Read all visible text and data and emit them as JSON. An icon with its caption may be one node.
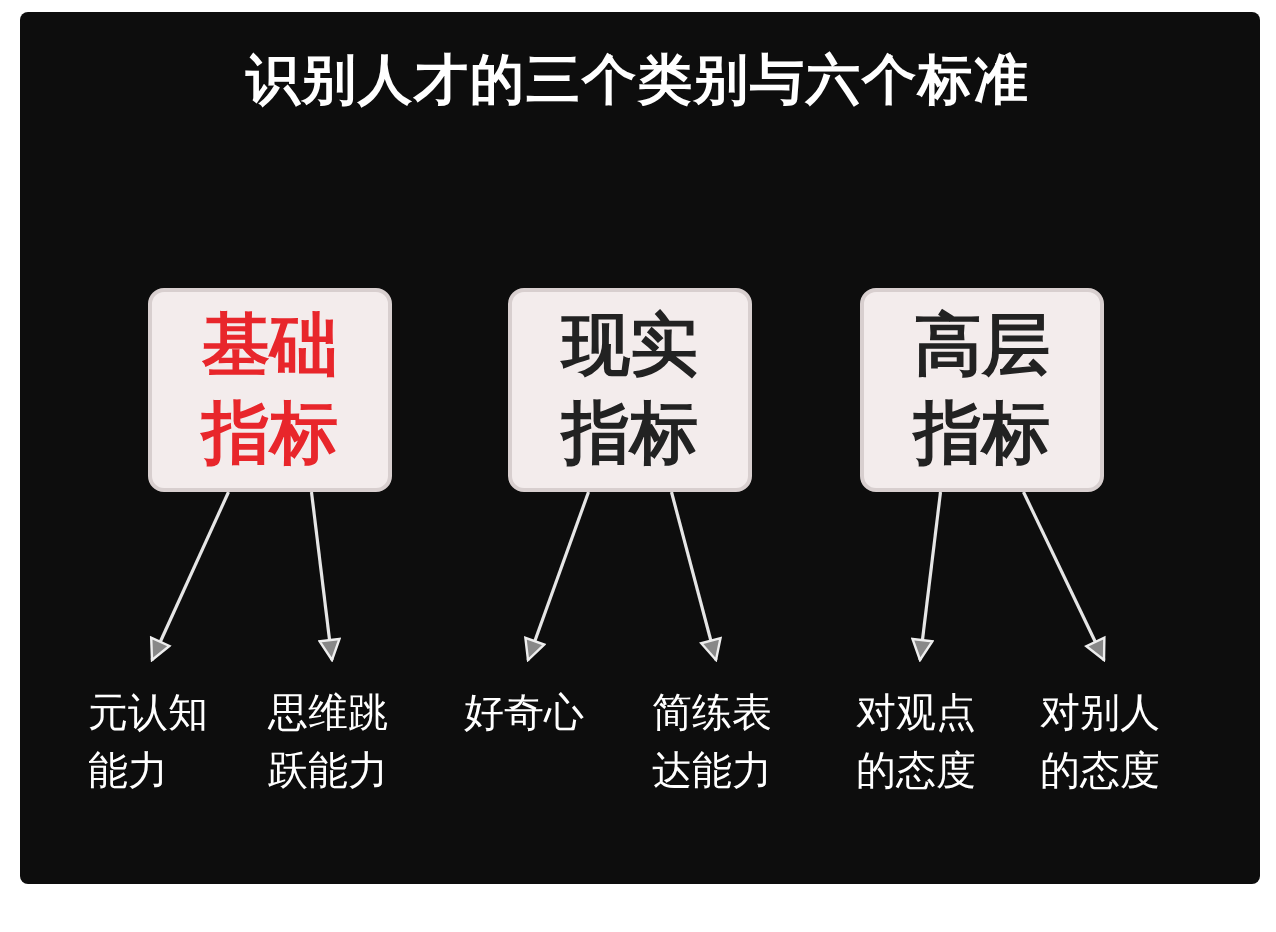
{
  "diagram": {
    "title": "识别人才的**三个类别**与**六个标准**",
    "nodes": [
      {
        "text": [
          "基础指标"
        ]
      },
      {
        "text": [
          "现实指标"
        ]
      },
      {
        "text": [
          "高层指标"
        ]
      },
      {
        "text": [
          "元认知能力"
        ]
      },
      {
        "text": [
          "思维跳跃能力"
        ]
      },
      {
        "text": [
          "好奇心"
        ]
      },
      {
        "text": [
          "简练表达能力"
        ]
      },
      {
        "text": [
          "对观点的态度"
        ]
      },
      {
        "text": [
          "对别人的态度"
        ]
      }
    ],
    "edges": [
      {
        "from": 0,
        "to": 3,
        "arrow": "to"
      },
      {
        "from": 0,
        "to": 4,
        "arrow": "to"
      },
      {
        "from": 1,
        "to": 5,
        "arrow": "to"
      },
      {
        "from": 1,
        "to": 6,
        "arrow": "to"
      },
      {
        "from": 2,
        "to": 7,
        "arrow": "to"
      },
      {
        "from": 2,
        "to": 8,
        "arrow": "to"
      }
    ]
  }
}
